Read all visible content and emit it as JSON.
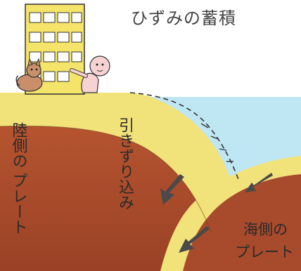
{
  "title": "ひずみの蓄積",
  "labels": {
    "subduction": "引きずり込み",
    "continental_plate": [
      "陸側の",
      "プレート"
    ],
    "oceanic_plate": [
      "海側の",
      "プレート"
    ]
  },
  "colors": {
    "sky": "#ffffff",
    "sea": "#bfe6f3",
    "plate_crust": "#f2e27a",
    "mantle": "#a84a2c",
    "mantle_dark": "#8e3a22",
    "arrow": "#4a4a4a",
    "building": "#f5e46a",
    "person": "#f6d2d2",
    "cat": "#c98f6a"
  },
  "icons": [
    "building-icon",
    "cat-icon",
    "person-icon",
    "arrow-down-left-icon"
  ]
}
